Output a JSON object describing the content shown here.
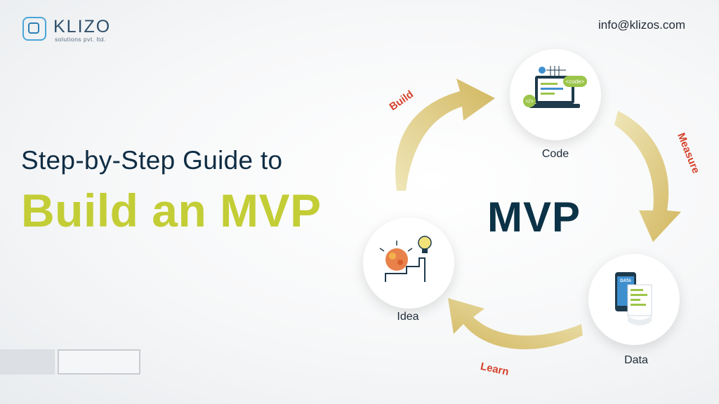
{
  "brand": {
    "name": "KLIZO",
    "tagline": "solutions pvt. ltd."
  },
  "contact": {
    "email": "info@klizos.com"
  },
  "headline": {
    "line1": "Step-by-Step Guide to",
    "line2": "Build an MVP"
  },
  "cycle": {
    "center": "MVP",
    "stages": [
      {
        "label": "Code",
        "badge_code": "<code>",
        "badge_tag": "</>"
      },
      {
        "label": "Data",
        "badge": "DATA"
      },
      {
        "label": "Idea"
      }
    ],
    "arrows": [
      "Build",
      "Measure",
      "Learn"
    ]
  },
  "colors": {
    "accent_green": "#c3cd35",
    "navy": "#0b3246",
    "arrow_gold": "#d9c27a",
    "arrow_text": "#d4432c"
  }
}
